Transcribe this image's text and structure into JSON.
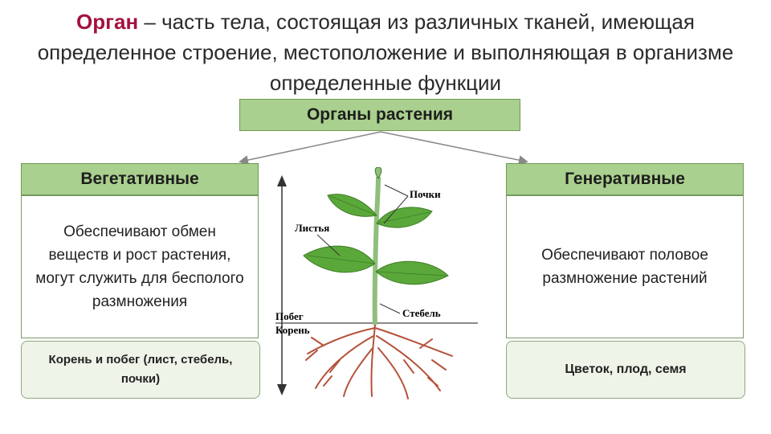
{
  "definition": {
    "term": "Орган",
    "text": " – часть тела, состоящая из различных тканей, имеющая определенное строение, местоположение и выполняющая в организме определенные функции"
  },
  "root_box": {
    "label": "Органы растения"
  },
  "left": {
    "title": "Вегетативные",
    "description": "Обеспечивают обмен веществ и рост растения, могут служить для бесполого размножения",
    "examples": "Корень и побег (лист, стебель, почки)"
  },
  "right": {
    "title": "Генеративные",
    "description": "Обеспечивают половое размножение растений",
    "examples": "Цветок, плод, семя"
  },
  "plant_labels": {
    "buds": "Почки",
    "leaves": "Листья",
    "stem": "Стебель",
    "shoot": "Побег",
    "root": "Корень"
  },
  "colors": {
    "term": "#a3123f",
    "box_fill": "#a9d08e",
    "leaf": "#5aa83a",
    "root": "#b5523a"
  }
}
